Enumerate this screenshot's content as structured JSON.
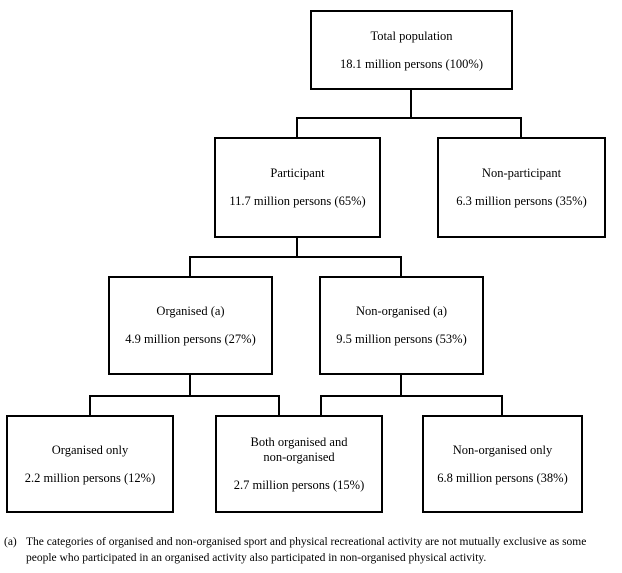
{
  "diagram": {
    "type": "tree",
    "nodes": [
      {
        "id": "total",
        "title": "Total population",
        "value": "18.1 million persons (100%)",
        "level": 0
      },
      {
        "id": "participant",
        "title": "Participant",
        "value": "11.7 million persons (65%)",
        "level": 1
      },
      {
        "id": "nonparticipant",
        "title": "Non-participant",
        "value": "6.3 million persons (35%)",
        "level": 1
      },
      {
        "id": "organised",
        "title": "Organised (a)",
        "value": "4.9 million persons (27%)",
        "level": 2
      },
      {
        "id": "nonorganised",
        "title": "Non-organised (a)",
        "value": "9.5 million persons (53%)",
        "level": 2
      },
      {
        "id": "organised_only",
        "title": "Organised only",
        "value": "2.2 million persons (12%)",
        "level": 3
      },
      {
        "id": "both",
        "title": "Both organised and\nnon-organised",
        "value": "2.7 million persons (15%)",
        "level": 3
      },
      {
        "id": "nonorganised_only",
        "title": "Non-organised only",
        "value": "6.8 million persons (38%)",
        "level": 3
      }
    ],
    "edges": [
      {
        "from": "total",
        "to": "participant"
      },
      {
        "from": "total",
        "to": "nonparticipant"
      },
      {
        "from": "participant",
        "to": "organised"
      },
      {
        "from": "participant",
        "to": "nonorganised"
      },
      {
        "from": "organised",
        "to": "organised_only"
      },
      {
        "from": "organised",
        "to": "both"
      },
      {
        "from": "nonorganised",
        "to": "both"
      },
      {
        "from": "nonorganised",
        "to": "nonorganised_only"
      }
    ]
  },
  "footnote": {
    "marker": "(a)",
    "text": "The categories of organised and non-organised sport and physical recreational activity are not mutually exclusive as some people who participated in an organised activity also participated in non-organised physical activity."
  },
  "colors": {
    "background": "#ffffff",
    "line": "#000000",
    "text": "#000000"
  }
}
